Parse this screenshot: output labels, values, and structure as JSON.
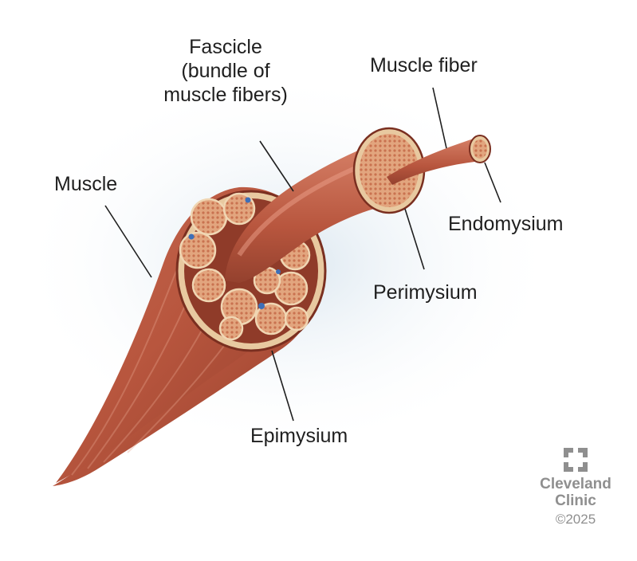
{
  "labels": {
    "fascicle_line1": "Fascicle",
    "fascicle_line2": "(bundle of",
    "fascicle_line3": "muscle fibers)",
    "muscle_fiber": "Muscle fiber",
    "muscle": "Muscle",
    "endomysium": "Endomysium",
    "perimysium": "Perimysium",
    "epimysium": "Epimysium"
  },
  "brand": {
    "name_line1": "Cleveland",
    "name_line2": "Clinic",
    "copyright": "©2025"
  },
  "colors": {
    "muscle": "#b8563e",
    "muscle_dark": "#8f3b29",
    "muscle_light": "#d98a73",
    "sheath": "#e8c9a0",
    "bundle": "#e2a57e",
    "blue_vessel": "#3d6fb8",
    "text": "#1f1f1f",
    "brand_gray": "#8f8f8f"
  },
  "icons": {
    "brand_logo": "cleveland-clinic-logo-icon"
  }
}
